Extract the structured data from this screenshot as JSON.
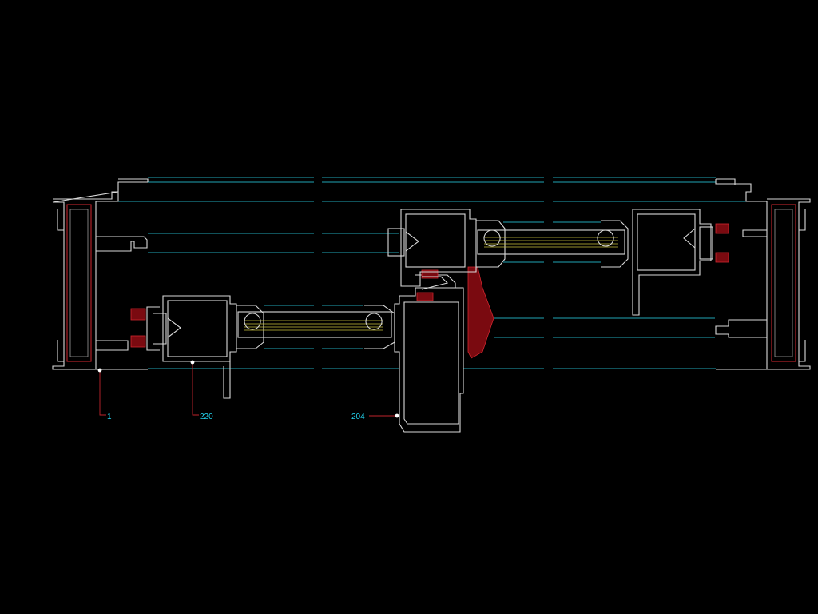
{
  "drawing": {
    "colors": {
      "background": "#000000",
      "profile": "#d9d9d9",
      "axis_line": "#1fa4b3",
      "gasket": "#c0242c",
      "glass": "#c9c23a",
      "callout_text": "#22d3ee"
    },
    "callouts": [
      {
        "label": "1"
      },
      {
        "label": "220"
      },
      {
        "label": "204"
      }
    ]
  }
}
